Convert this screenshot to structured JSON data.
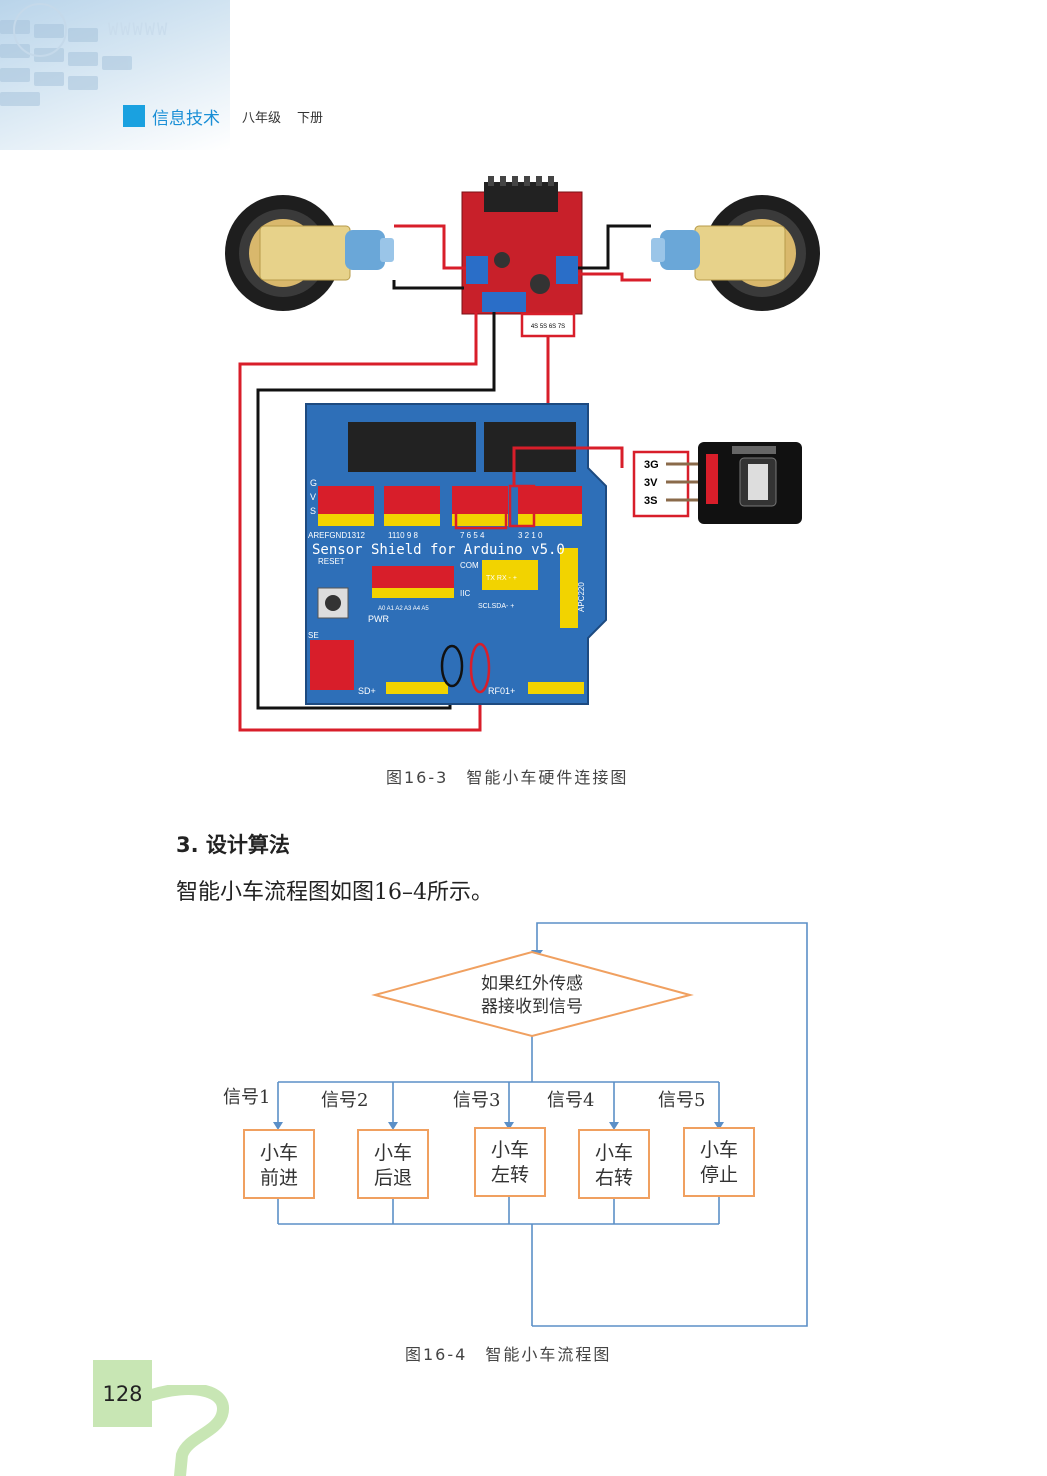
{
  "header": {
    "subject": "信息技术",
    "grade": "八年级",
    "volume": "下册",
    "watermark": "WWWWW"
  },
  "figure1": {
    "caption": "图16-3　智能小车硬件连接图",
    "board_title": "Sensor Shield for Arduino v5.0",
    "driver_pin_labels": "4S 5S 6S 7S",
    "sensor_pins": [
      "3G",
      "3V",
      "3S"
    ],
    "labels": {
      "reset": "RESET",
      "pwr": "PWR",
      "com": "COM",
      "txrx": "TX RX - +",
      "iic": "IIC",
      "scl": "SCLSDA- +",
      "apc": "APC220",
      "aref": "AREFGND1312",
      "pins_a": "1110 9 8",
      "pins_b": "7 6 5 4",
      "pins_c": "3 2 1 0",
      "analog": "A0 A1 A2 A3 A4 A5",
      "sd": "SD+",
      "rf": "RF01+",
      "se": "SE",
      "g": "G",
      "v": "V",
      "s": "S"
    }
  },
  "section": {
    "heading": "3. 设计算法",
    "body": "智能小车流程图如图16–4所示。"
  },
  "figure2": {
    "caption": "图16-4　智能小车流程图",
    "decision_line1": "如果红外传感",
    "decision_line2": "器接收到信号",
    "branches": [
      {
        "label": "信号1",
        "line1": "小车",
        "line2": "前进"
      },
      {
        "label": "信号2",
        "line1": "小车",
        "line2": "后退"
      },
      {
        "label": "信号3",
        "line1": "小车",
        "line2": "左转"
      },
      {
        "label": "信号4",
        "line1": "小车",
        "line2": "右转"
      },
      {
        "label": "信号5",
        "line1": "小车",
        "line2": "停止"
      }
    ],
    "colors": {
      "box": "#f0a060",
      "line": "#5b8fc7"
    }
  },
  "page_number": "128"
}
